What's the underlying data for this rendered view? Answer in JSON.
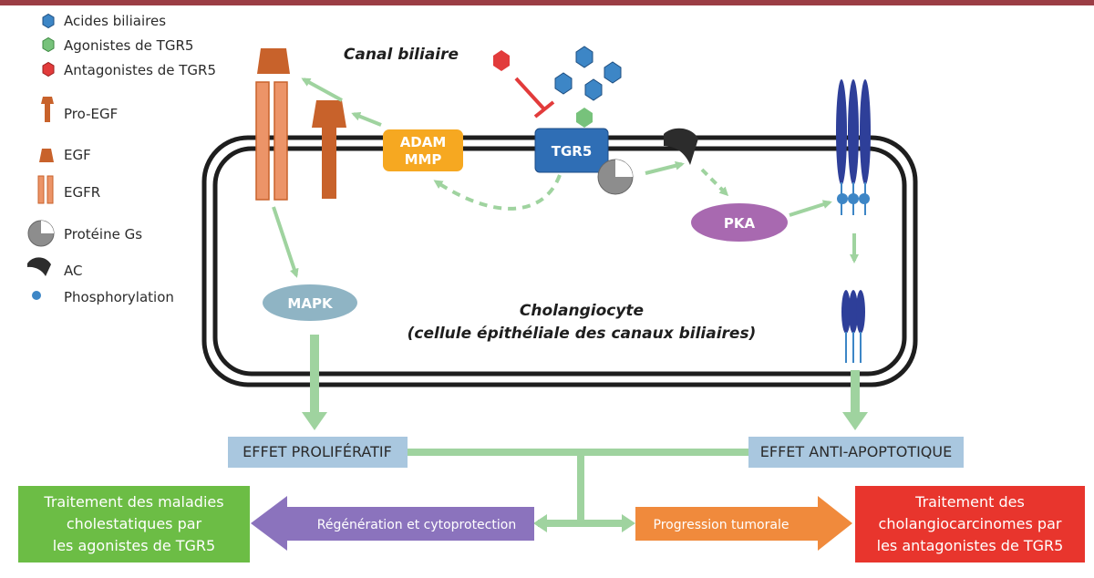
{
  "legend": {
    "bile_acids": "Acides biliaires",
    "tgr5_agonists": "Agonistes de TGR5",
    "tgr5_antagonists": "Antagonistes de TGR5",
    "pro_egf": "Pro-EGF",
    "egf": "EGF",
    "egfr": "EGFR",
    "gs_protein": "Protéine Gs",
    "ac": "AC",
    "phosphorylation": "Phosphorylation"
  },
  "diagram": {
    "canal_label": "Canal biliaire",
    "cell_title": "Cholangiocyte",
    "cell_subtitle": "(cellule épithéliale des canaux biliaires)",
    "adam_line1": "ADAM",
    "adam_line2": "MMP",
    "tgr5": "TGR5",
    "pka": "PKA",
    "mapk": "MAPK"
  },
  "effects": {
    "proliferative": "EFFET PROLIFÉRATIF",
    "anti_apoptotic": "EFFET ANTI-APOPTOTIQUE"
  },
  "outcomes": {
    "regeneration": "Régénération et cytoprotection",
    "tumor_progression": "Progression tumorale",
    "cholestatic_line1": "Traitement des maladies",
    "cholestatic_line2": "cholestatiques par",
    "cholestatic_line3": "les agonistes de TGR5",
    "cholangio_line1": "Traitement des",
    "cholangio_line2": "cholangiocarcinomes par",
    "cholangio_line3": "les antagonistes de TGR5"
  },
  "colors": {
    "top_bar": "#9b3d45",
    "bile_acid": "#3d86c6",
    "agonist": "#77c27b",
    "antagonist": "#e23b3b",
    "egf": "#c8622b",
    "egfr": "#ec9468",
    "tgr5": "#2f6eb5",
    "adam": "#f6a821",
    "pka": "#a869b0",
    "mapk": "#8fb4c4",
    "receptor": "#2e3f99",
    "green_arrow": "#9fd39f",
    "effect_box": "#a9c7df",
    "regeneration": "#8b73bd",
    "tumor": "#f08a3c",
    "cholestatic": "#6cbd45",
    "cholangio": "#e8352d"
  }
}
